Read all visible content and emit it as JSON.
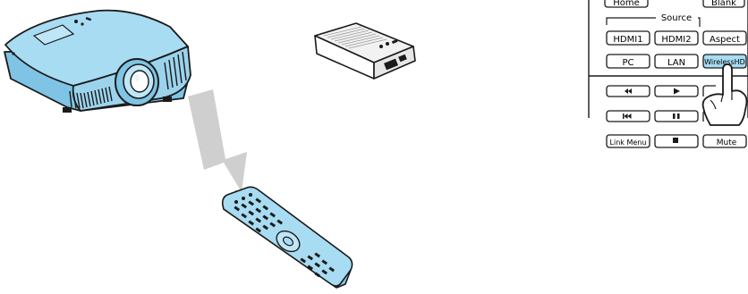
{
  "colors": {
    "device_fill": "#a7dcf2",
    "device_fill_dark": "#7fc4e4",
    "outline": "#1a1a1a",
    "signal": "#cfcfcf",
    "highlight_button": "#a7dcf2",
    "receiver_fill": "#f2f2f2"
  },
  "icons": {
    "projector": "projector-icon",
    "receiver": "wirelesshd-transmitter-icon",
    "remote": "remote-control-icon",
    "signal": "wireless-signal-icon",
    "hand": "pointing-hand-icon"
  },
  "remote_panel": {
    "home_label": "Home",
    "source_label": "Source",
    "blank_label": "Blank",
    "hdmi1_label": "HDMI1",
    "hdmi2_label": "HDMI2",
    "aspect_label": "Aspect",
    "pc_label": "PC",
    "lan_label": "LAN",
    "wirelesshd_label": "WirelessHD",
    "linkmenu_label": "Link Menu",
    "mute_label": "Mute"
  }
}
